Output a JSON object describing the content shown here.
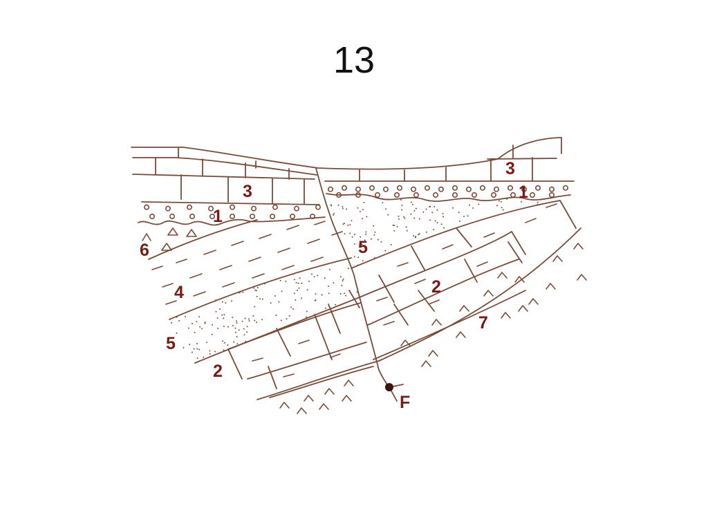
{
  "title": "13",
  "colors": {
    "line": "#7a4a38",
    "label": "#7a1a14",
    "fault_point": "#3a1410"
  },
  "labels": {
    "l3_left": "3",
    "l3_right": "3",
    "l1_left": "1",
    "l1_right": "1",
    "l6": "6",
    "l5_upper": "5",
    "l4": "4",
    "l5_lower": "5",
    "l2_lower": "2",
    "l2_upper": "2",
    "l7": "7",
    "fault": "F"
  }
}
